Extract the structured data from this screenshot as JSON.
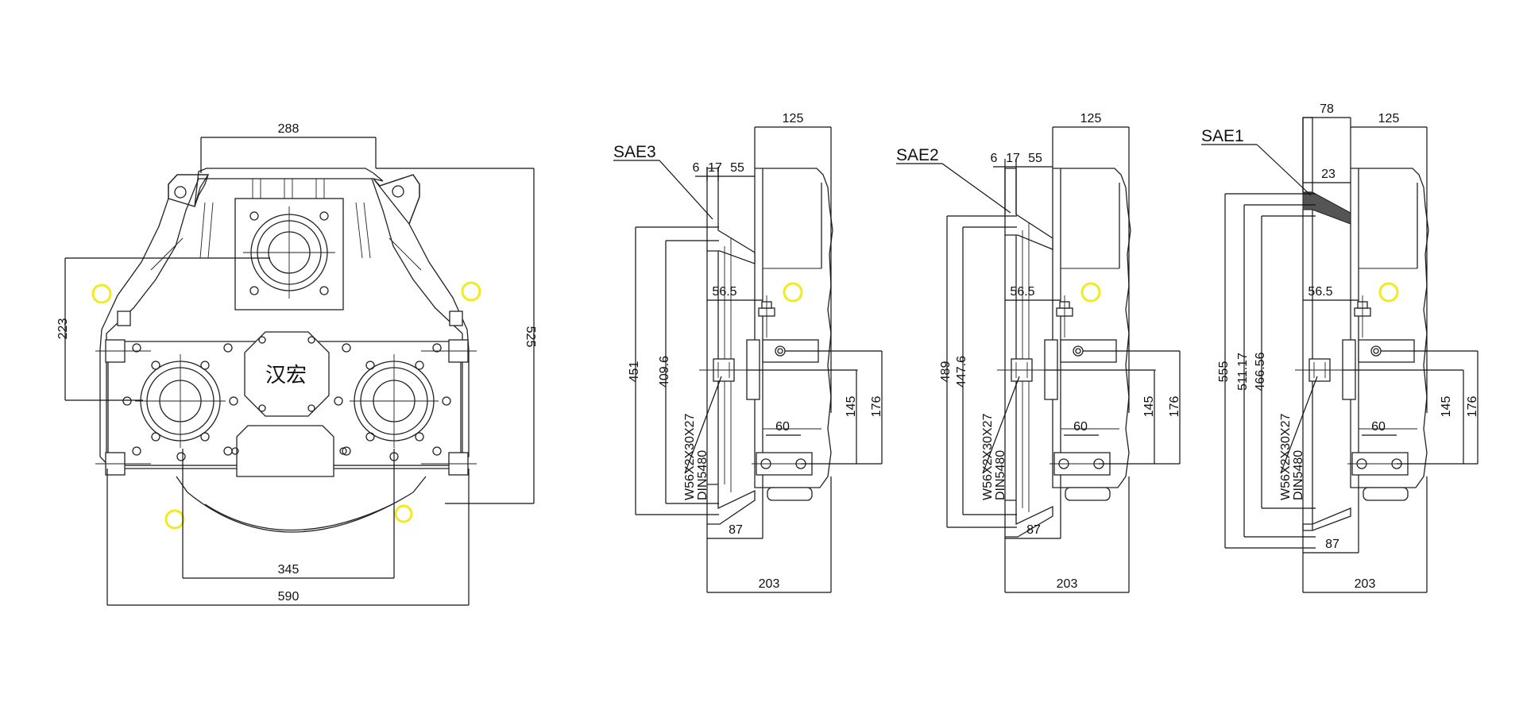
{
  "front_view": {
    "logo_text": "汉宏",
    "dims": {
      "top_width": "288",
      "height": "525",
      "offset": "223",
      "bottom_inner": "345",
      "bottom_overall": "590"
    }
  },
  "sae3_view": {
    "label": "SAE3",
    "dims": {
      "d6": "6",
      "d17": "17",
      "d55": "55",
      "d125": "125",
      "d56_5": "56.5",
      "v1": "451",
      "v2": "409.6",
      "d145": "145",
      "d176": "176",
      "d60": "60",
      "d87": "87",
      "d203": "203"
    },
    "spline_line1": "W56X2X30X27",
    "spline_line2": "DIN5480"
  },
  "sae2_view": {
    "label": "SAE2",
    "dims": {
      "d6": "6",
      "d17": "17",
      "d55": "55",
      "d125": "125",
      "d56_5": "56.5",
      "v1": "489",
      "v2": "447.6",
      "d145": "145",
      "d176": "176",
      "d60": "60",
      "d87": "87",
      "d203": "203"
    },
    "spline_line1": "W56X2X30X27",
    "spline_line2": "DIN5480"
  },
  "sae1_view": {
    "label": "SAE1",
    "dims": {
      "d78": "78",
      "d125": "125",
      "d23": "23",
      "d56_5": "56.5",
      "v1": "555",
      "v2": "511.17",
      "v3": "466.56",
      "d145": "145",
      "d176": "176",
      "d60": "60",
      "d87": "87",
      "d203": "203"
    },
    "spline_line1": "W56X2X30X27",
    "spline_line2": "DIN5480"
  },
  "colors": {
    "marker": "#f2ea1f",
    "line": "#222222"
  }
}
